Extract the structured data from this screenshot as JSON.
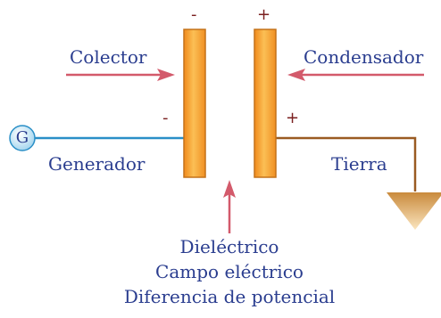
{
  "signs": {
    "top_left": "-",
    "top_right": "+",
    "mid_left": "-",
    "mid_right": "+"
  },
  "labels": {
    "colector": "Colector",
    "condensador": "Condensador",
    "generador": "Generador",
    "tierra": "Tierra",
    "generator_symbol": "G"
  },
  "bottom_labels": [
    "Dieléctrico",
    "Campo eléctrico",
    "Diferencia de potencial"
  ],
  "colors": {
    "plate": "#f5a637",
    "plate_border": "#c4721a",
    "arrow": "#d35a6b",
    "generator_wire": "#2a8fc7",
    "ground_wire": "#9a5b22",
    "text": "#2a3d8f",
    "sign": "#7a1f1f"
  }
}
